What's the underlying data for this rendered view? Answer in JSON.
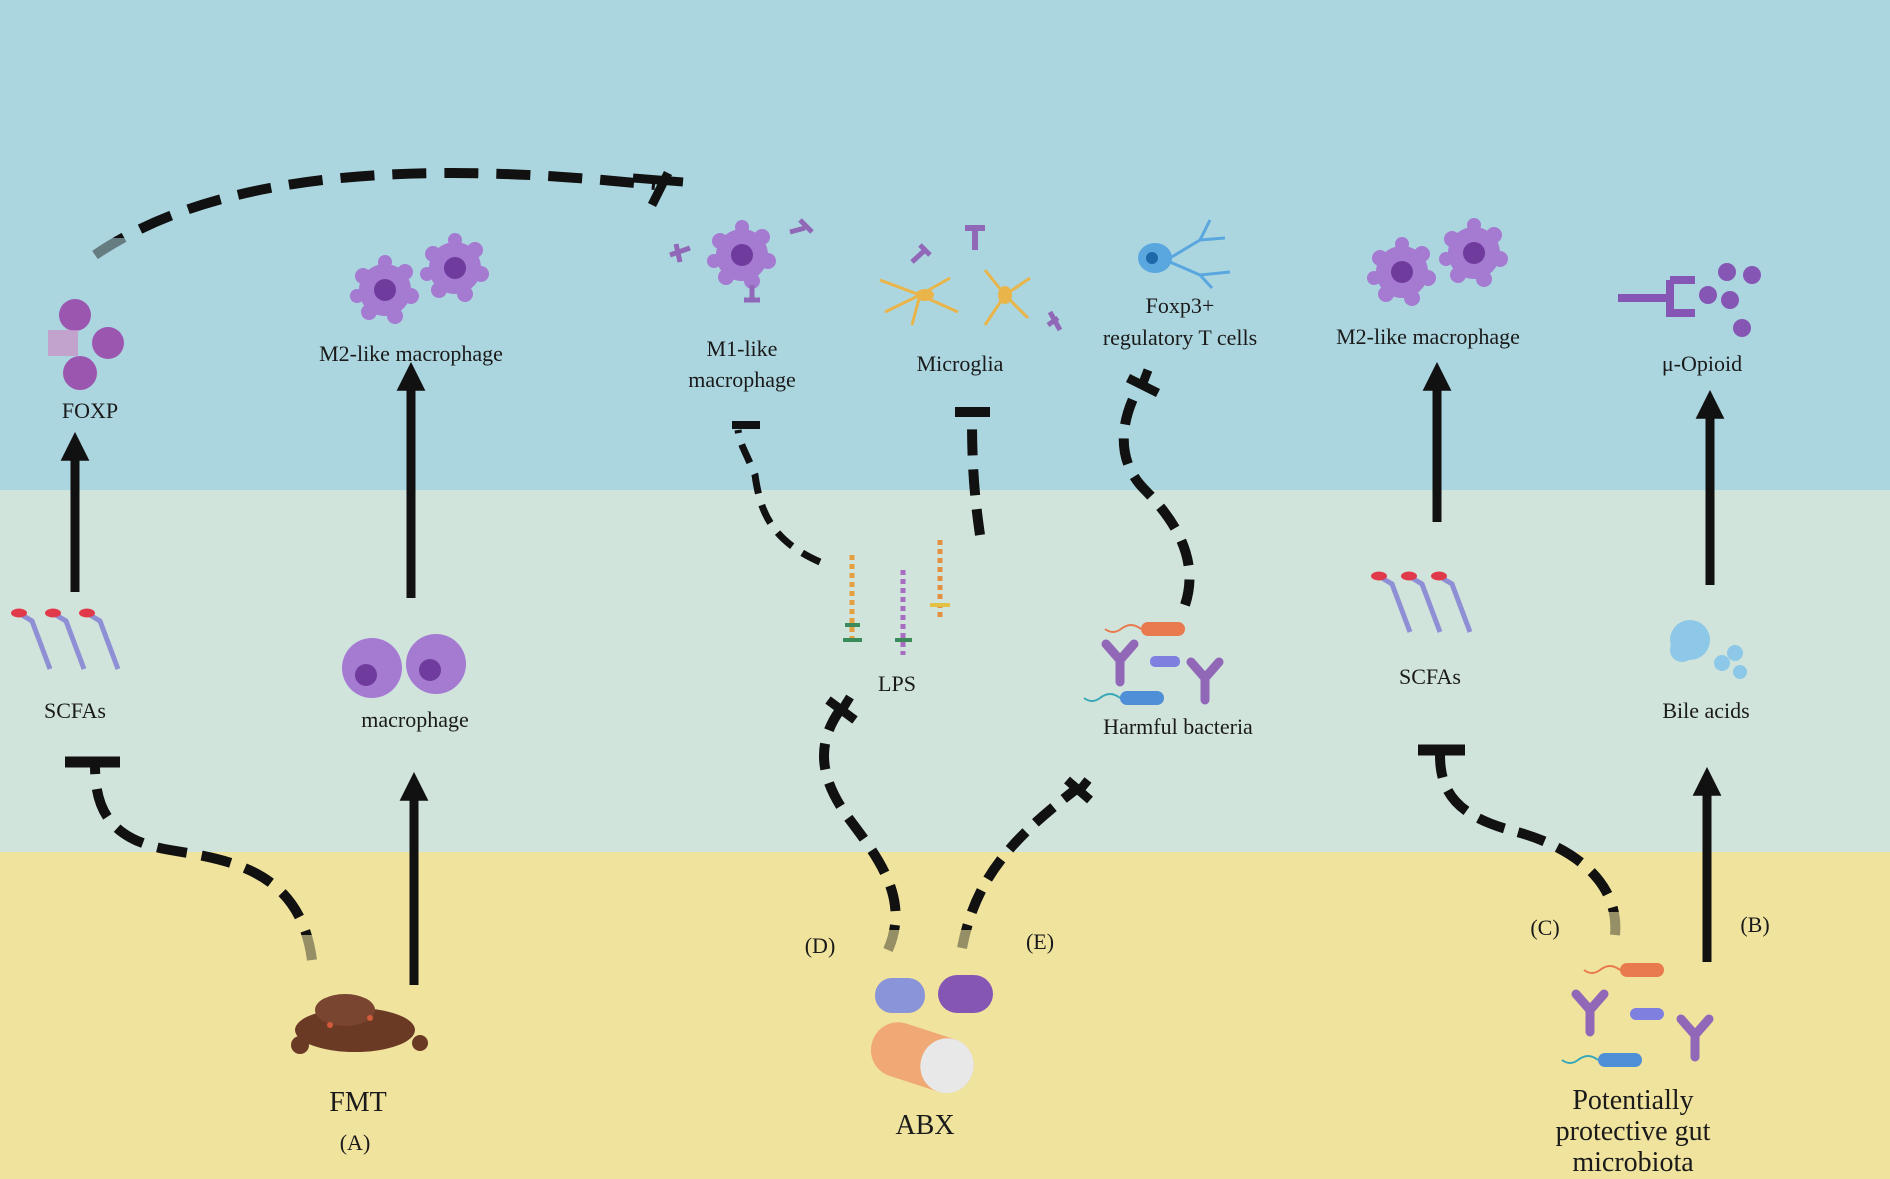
{
  "colors": {
    "top_band": "#acd6df",
    "middle_band": "#d1e4db",
    "bottom_band": "#f0e39e",
    "arrow": "#111111",
    "macrophage": "#a57ad1",
    "macrophage_nucleus": "#6f3c9e",
    "bacteria_orange": "#e97a4e",
    "bacteria_blue": "#4e8fd8",
    "feces": "#6b3a25"
  },
  "labels": {
    "foxp": "FOXP",
    "scfas_left": "SCFAs",
    "m2_left": "M2-like macrophage",
    "macrophage": "macrophage",
    "fmt": "FMT",
    "tag_a": "(A)",
    "m1": "M1-like\nmacrophage",
    "microglia": "Microglia",
    "lps": "LPS",
    "tag_d": "(D)",
    "tag_e": "(E)",
    "abx": "ABX",
    "foxp3": "Foxp3+\nregulatory T cells",
    "harmful": "Harmful bacteria",
    "m2_right": "M2-like macrophage",
    "scfas_right": "SCFAs",
    "tag_c": "(C)",
    "opioid": "μ-Opioid",
    "bile": "Bile acids",
    "tag_b": "(B)",
    "protective": "Potentially\nprotective gut\nmicrobiota"
  },
  "icons": [
    "foxp-protein-icon",
    "scfa-molecule-icon",
    "m2-macrophage-icon",
    "macrophage-icon",
    "feces-icon",
    "m1-macrophage-icon",
    "microglia-icon",
    "lps-icon",
    "capsule-icon",
    "treg-cell-icon",
    "bacteria-icon",
    "opioid-receptor-icon",
    "bile-acid-icon"
  ]
}
